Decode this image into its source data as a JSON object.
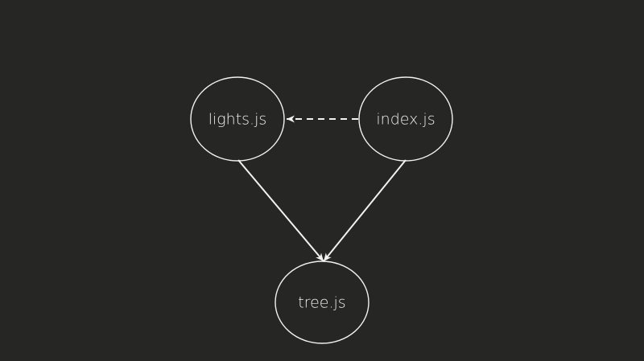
{
  "colors": {
    "background": "#262624",
    "stroke": "#f2f2ee",
    "text": "#ecece8"
  },
  "nodes": [
    {
      "id": "lights",
      "label": "lights.js"
    },
    {
      "id": "index",
      "label": "index.js"
    },
    {
      "id": "tree",
      "label": "tree.js"
    }
  ],
  "edges": [
    {
      "from": "index",
      "to": "lights",
      "style": "dashed"
    },
    {
      "from": "lights",
      "to": "tree",
      "style": "solid"
    },
    {
      "from": "index",
      "to": "tree",
      "style": "solid"
    }
  ]
}
